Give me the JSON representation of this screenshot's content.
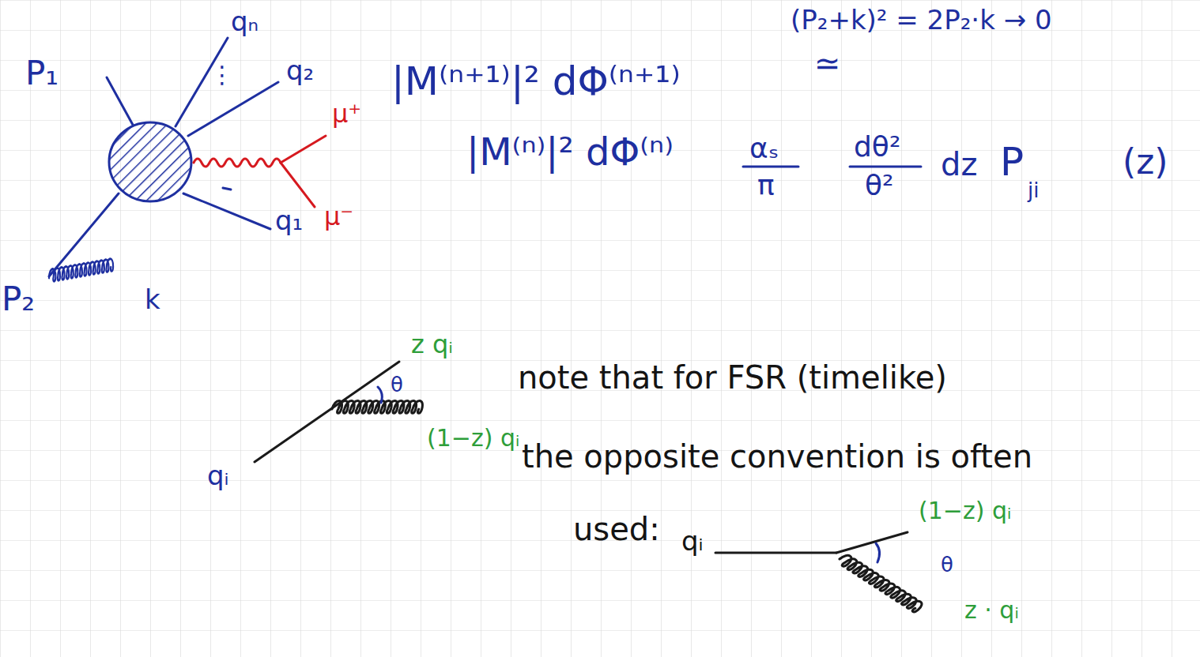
{
  "diagram": {
    "labels": [
      "P₁",
      "qₙ",
      "⋮",
      "q₂",
      "μ⁺",
      "μ⁻",
      "P₂",
      "k",
      "q₁",
      "|M⁽ⁿ⁺¹⁾|² dΦ⁽ⁿ⁺¹⁾",
      "(P₂+k)² = 2P₂·k → 0",
      "≃",
      "|M⁽ⁿ⁾|² dΦ⁽ⁿ⁾",
      "αₛ",
      "π",
      "dθ²",
      "θ²",
      "dz",
      "P",
      "ji",
      "(z)",
      "z qᵢ",
      "θ",
      "(1−z) qᵢ",
      "qᵢ",
      "note that for FSR (timelike)",
      "the opposite convention is often",
      "used:",
      "qᵢ",
      "(1−z) qᵢ",
      "θ",
      "z · qᵢ"
    ]
  }
}
